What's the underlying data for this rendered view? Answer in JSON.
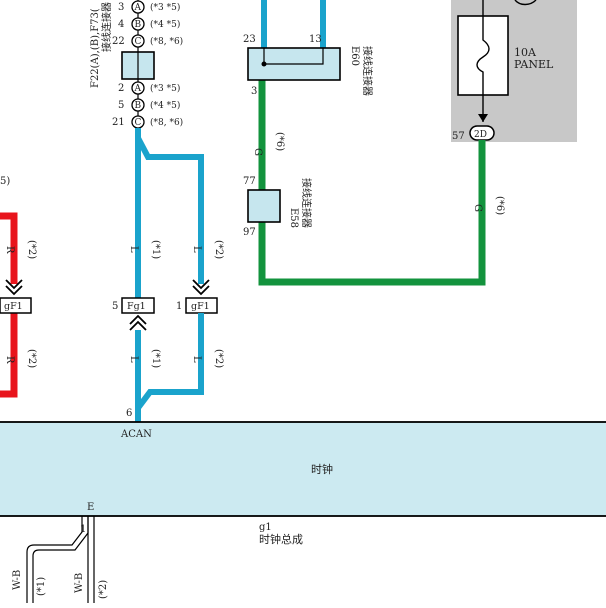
{
  "colors": {
    "blue_wire": "#1aa3cc",
    "green_wire": "#13933d",
    "red_wire": "#e8141c",
    "module_fill": "#cceaf1",
    "fuse_box_fill": "#c8c8c8",
    "connector_fill": "#c6e6ee",
    "outline": "#000000"
  },
  "connector_f22": {
    "name_label": "F22(A),(B),F73(",
    "type_label": "接线连接器",
    "top_pins": [
      {
        "num": "3",
        "letter": "A",
        "note": "(*3  *5)"
      },
      {
        "num": "4",
        "letter": "B",
        "note": "(*4  *5)"
      },
      {
        "num": "22",
        "letter": "C",
        "note": "(*8, *6)"
      }
    ],
    "bottom_pins": [
      {
        "num": "2",
        "letter": "A",
        "note": "(*3  *5)"
      },
      {
        "num": "5",
        "letter": "B",
        "note": "(*4  *5)"
      },
      {
        "num": "21",
        "letter": "C",
        "note": "(*8, *6)"
      }
    ]
  },
  "connector_e60": {
    "name_label": "E60",
    "type_label": "接线连接器",
    "pin_left": "23",
    "pin_right": "13",
    "pin_bottom": "3"
  },
  "connector_e58": {
    "name_label": "E58",
    "type_label": "接线连接器",
    "pin_top": "77",
    "pin_bottom": "97"
  },
  "fuse": {
    "rating": "10A",
    "name": "PANEL",
    "terminal_pin": "57",
    "terminal_label": "2D"
  },
  "wire_labels": {
    "green_upper_color": "G",
    "green_upper_note": "(*6)",
    "green_right_color": "G",
    "green_right_note": "(*6)",
    "blue_left_upper_color": "L",
    "blue_left_upper_note": "(*1)",
    "blue_right_upper_color": "L",
    "blue_right_upper_note": "(*2)",
    "blue_left_lower_color": "L",
    "blue_left_lower_note": "(*1)",
    "blue_right_lower_color": "L",
    "blue_right_lower_note": "(*2)",
    "red_upper_color": "R",
    "red_upper_note": "(*2)",
    "red_lower_color": "R",
    "red_lower_note": "(*2)",
    "bottom_left_color": "W-B",
    "bottom_left_note": "(*1)",
    "bottom_right_color": "W-B",
    "bottom_right_note": "(*2)",
    "edge_note": "5)"
  },
  "inline_connectors": {
    "left_edge_label": "gF1",
    "fg1_pin": "5",
    "fg1_label": "Fg1",
    "gf1_pin": "1",
    "gf1_label": "gF1"
  },
  "clock_module": {
    "title": "时钟",
    "pin_top": "6",
    "pin_top_name": "ACAN",
    "pin_bottom": "1",
    "pin_bottom_name": "E",
    "component_code": "g1",
    "component_name": "时钟总成"
  }
}
